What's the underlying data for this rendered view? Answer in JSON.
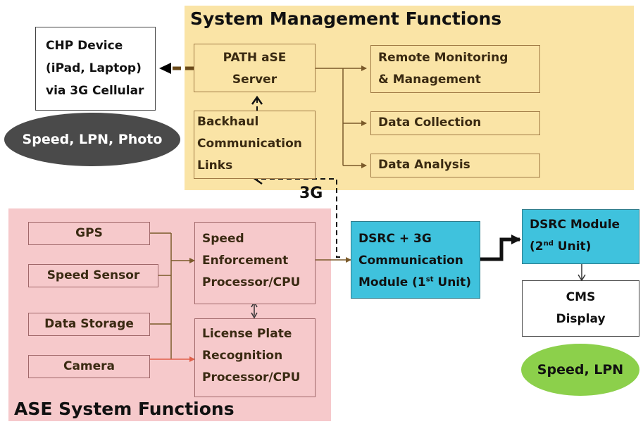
{
  "regions": {
    "system_management": {
      "title": "System Management Functions",
      "color": "#fae4a6"
    },
    "ase_system": {
      "title": "ASE System Functions",
      "color": "#f6c9cb"
    }
  },
  "boxes": {
    "chp_device": [
      "CHP Device",
      "(iPad, Laptop)",
      "via 3G Cellular"
    ],
    "path_server": [
      "PATH aSE",
      "Server"
    ],
    "backhaul": [
      "Backhaul",
      "Communication",
      "Links"
    ],
    "remote_monitoring": [
      "Remote Monitoring",
      "& Management"
    ],
    "data_collection": "Data Collection",
    "data_analysis": "Data Analysis",
    "gps": "GPS",
    "speed_sensor": "Speed Sensor",
    "data_storage": "Data Storage",
    "camera": "Camera",
    "speed_enforcement": [
      "Speed",
      "Enforcement",
      "Processor/CPU"
    ],
    "license_plate": [
      "License Plate",
      "Recognition",
      "Processor/CPU"
    ],
    "dsrc_3g": {
      "line1": "DSRC + 3G",
      "line2": "Communication",
      "line3_pre": "Module (1",
      "line3_sup": "st",
      "line3_post": " Unit)"
    },
    "dsrc_module": {
      "line1": "DSRC Module",
      "line2_pre": "(2",
      "line2_sup": "nd",
      "line2_post": " Unit)"
    },
    "cms_display": [
      "CMS",
      "Display"
    ]
  },
  "ovals": {
    "chp_output": "Speed, LPN, Photo",
    "cms_output": "Speed, LPN"
  },
  "labels": {
    "link_3g": "3G"
  },
  "colors": {
    "dark_oval": "#4a4a4a",
    "green_oval": "#8cd04b",
    "cyan_box": "#3fc2dd",
    "line_brown": "#7a5a2a",
    "camera_arrow": "#e0604a"
  }
}
